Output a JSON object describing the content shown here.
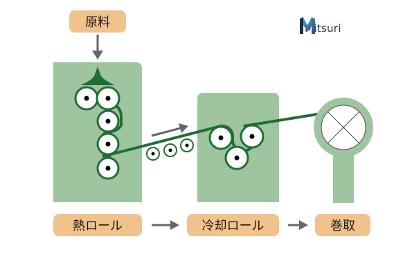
{
  "labels": {
    "raw_material": "原料",
    "heat_roll": "熱ロール",
    "cooling_roll": "冷却ロール",
    "winding": "巻取"
  },
  "logo": {
    "text": "Mitsuri",
    "icon": "mitsuri-m-logo-icon"
  },
  "colors": {
    "machine_fill": "#9ec4a0",
    "belt_green": "#1f6e33",
    "label_fill": "#f2c28c",
    "arrow_gray": "#666666",
    "roller_fill": "#ffffff"
  }
}
